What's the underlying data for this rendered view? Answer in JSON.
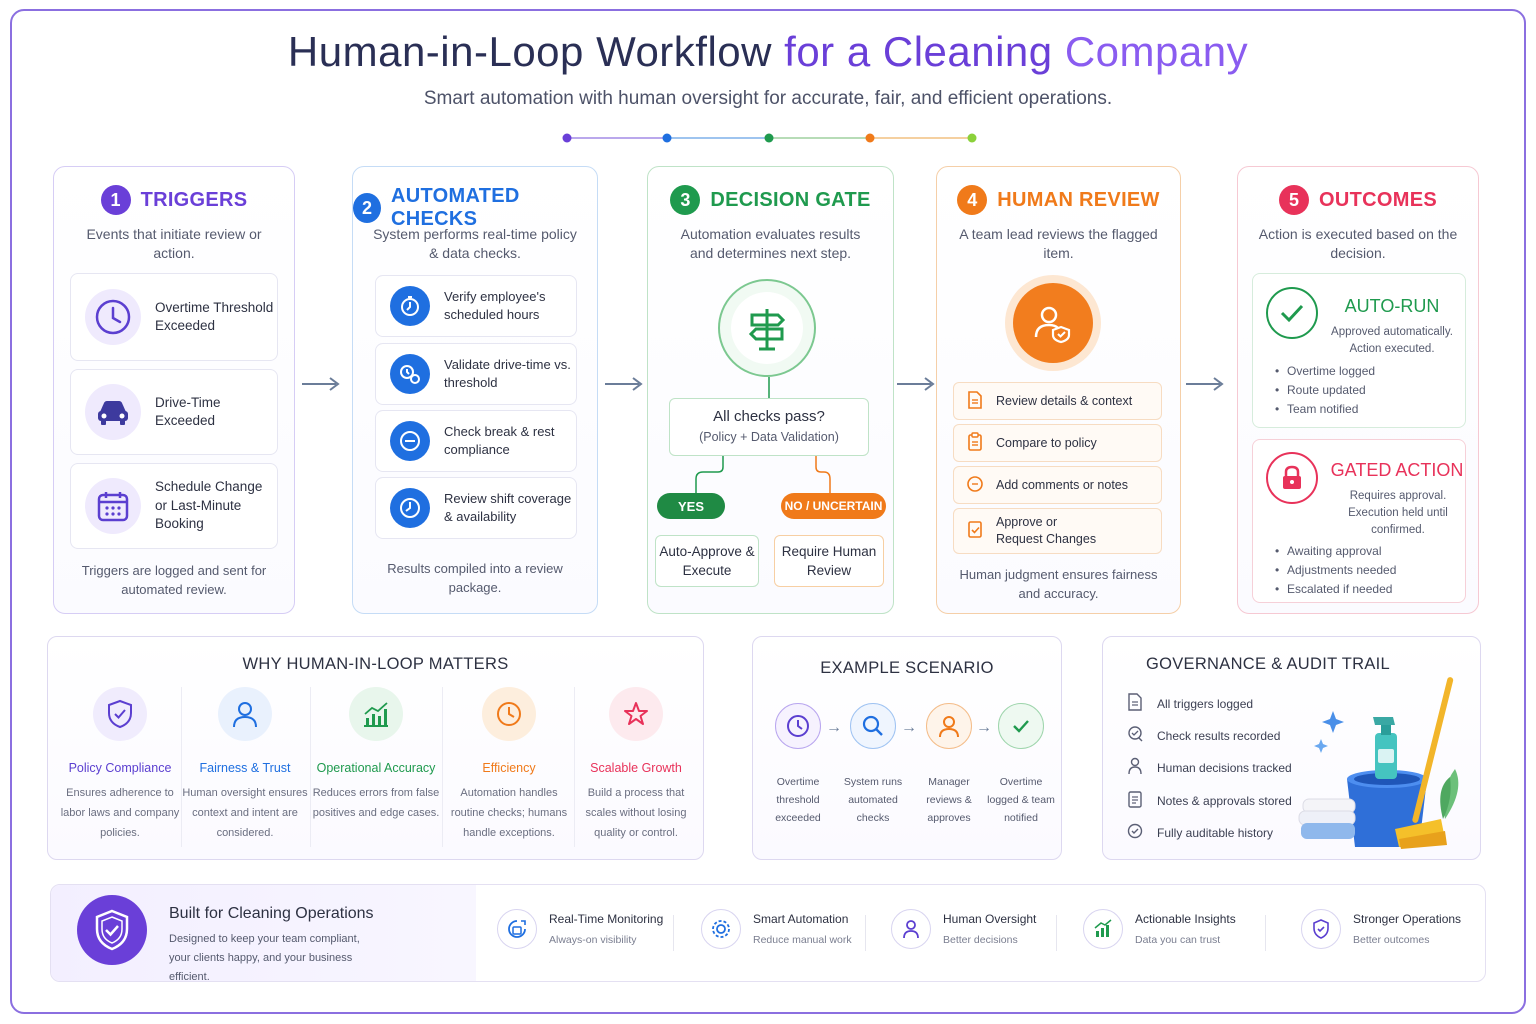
{
  "header": {
    "title_part1": "Human-in-Loop Workflow",
    "title_part2": "for a Cleaning",
    "title_part3": "Company",
    "subtitle": "Smart automation with human oversight for accurate, fair, and efficient operations."
  },
  "colors": {
    "purple": "#6a3fd8",
    "blue": "#1f6fe0",
    "green": "#1f9a4e",
    "orange": "#f07a1a",
    "red": "#e8325a"
  },
  "triggers": {
    "number": "1",
    "title": "TRIGGERS",
    "description": "Events that initiate review or action.",
    "items": [
      {
        "icon": "clock-icon",
        "label": "Overtime Threshold Exceeded"
      },
      {
        "icon": "car-icon",
        "label": "Drive-Time Exceeded"
      },
      {
        "icon": "calendar-icon",
        "label": "Schedule Change or Last-Minute Booking"
      }
    ],
    "footer": "Triggers are logged and sent for automated review."
  },
  "checks": {
    "number": "2",
    "title": "AUTOMATED CHECKS",
    "description": "System performs real-time policy & data checks.",
    "items": [
      {
        "icon": "stopwatch-icon",
        "label": "Verify employee's scheduled hours"
      },
      {
        "icon": "route-clock-icon",
        "label": "Validate drive-time vs. threshold"
      },
      {
        "icon": "break-icon",
        "label": "Check break & rest compliance"
      },
      {
        "icon": "coverage-icon",
        "label": "Review shift coverage & availability"
      }
    ],
    "footer": "Results compiled into a review package."
  },
  "gate": {
    "number": "3",
    "title": "DECISION GATE",
    "description": "Automation evaluates results and determines next step.",
    "question": "All checks pass?",
    "question_sub": "(Policy + Data Validation)",
    "yes_label": "YES",
    "no_label": "NO / UNCERTAIN",
    "yes_outcome": "Auto-Approve & Execute",
    "no_outcome": "Require Human Review"
  },
  "review": {
    "number": "4",
    "title": "HUMAN REVIEW",
    "description": "A team lead reviews the flagged item.",
    "items": [
      {
        "icon": "document-icon",
        "label": "Review details & context"
      },
      {
        "icon": "clipboard-icon",
        "label": "Compare to policy"
      },
      {
        "icon": "comment-icon",
        "label": "Add comments or notes"
      },
      {
        "icon": "approve-icon",
        "label": "Approve or Request Changes"
      }
    ],
    "footer": "Human judgment ensures fairness and accuracy."
  },
  "outcomes": {
    "number": "5",
    "title": "OUTCOMES",
    "description": "Action is executed based on the decision.",
    "auto": {
      "title": "AUTO-RUN",
      "description": "Approved automatically. Action executed.",
      "bullets": [
        "Overtime logged",
        "Route updated",
        "Team notified"
      ]
    },
    "gated": {
      "title": "GATED ACTION",
      "description": "Requires approval. Execution held until confirmed.",
      "bullets": [
        "Awaiting approval",
        "Adjustments needed",
        "Escalated if needed"
      ]
    }
  },
  "why": {
    "title": "WHY HUMAN-IN-LOOP MATTERS",
    "items": [
      {
        "icon": "shield-check-icon",
        "name": "Policy Compliance",
        "color": "#5b3fd0",
        "desc": "Ensures adherence to labor laws and company policies."
      },
      {
        "icon": "person-icon",
        "name": "Fairness & Trust",
        "color": "#1f6fe0",
        "desc": "Human oversight ensures context and intent are considered."
      },
      {
        "icon": "bar-chart-icon",
        "name": "Operational Accuracy",
        "color": "#1f9a4e",
        "desc": "Reduces errors from false positives and edge cases."
      },
      {
        "icon": "clock-icon",
        "name": "Efficiency",
        "color": "#f07a1a",
        "desc": "Automation handles routine checks; humans handle exceptions."
      },
      {
        "icon": "star-icon",
        "name": "Scalable Growth",
        "color": "#e8325a",
        "desc": "Build a process that scales without losing quality or control."
      }
    ]
  },
  "example": {
    "title": "EXAMPLE SCENARIO",
    "steps": [
      {
        "icon": "clock-icon",
        "desc": "Overtime threshold exceeded"
      },
      {
        "icon": "search-icon",
        "desc": "System runs automated checks"
      },
      {
        "icon": "person-icon",
        "desc": "Manager reviews & approves"
      },
      {
        "icon": "check-icon",
        "desc": "Overtime logged & team notified"
      }
    ]
  },
  "governance": {
    "title": "GOVERNANCE & AUDIT TRAIL",
    "items": [
      {
        "icon": "document-icon",
        "label": "All triggers logged"
      },
      {
        "icon": "search-check-icon",
        "label": "Check results recorded"
      },
      {
        "icon": "person-icon",
        "label": "Human decisions tracked"
      },
      {
        "icon": "notes-icon",
        "label": "Notes & approvals stored"
      },
      {
        "icon": "check-circle-icon",
        "label": "Fully auditable history"
      }
    ]
  },
  "bottom": {
    "title": "Built for Cleaning Operations",
    "description": "Designed to keep your team compliant, your clients happy, and your business efficient.",
    "features": [
      {
        "icon": "monitor-icon",
        "name": "Real-Time Monitoring",
        "sub": "Always-on visibility"
      },
      {
        "icon": "gear-icon",
        "name": "Smart Automation",
        "sub": "Reduce manual work"
      },
      {
        "icon": "person-icon",
        "name": "Human Oversight",
        "sub": "Better decisions"
      },
      {
        "icon": "insights-icon",
        "name": "Actionable Insights",
        "sub": "Data you can trust"
      },
      {
        "icon": "shield-check-icon",
        "name": "Stronger Operations",
        "sub": "Better outcomes"
      }
    ]
  }
}
